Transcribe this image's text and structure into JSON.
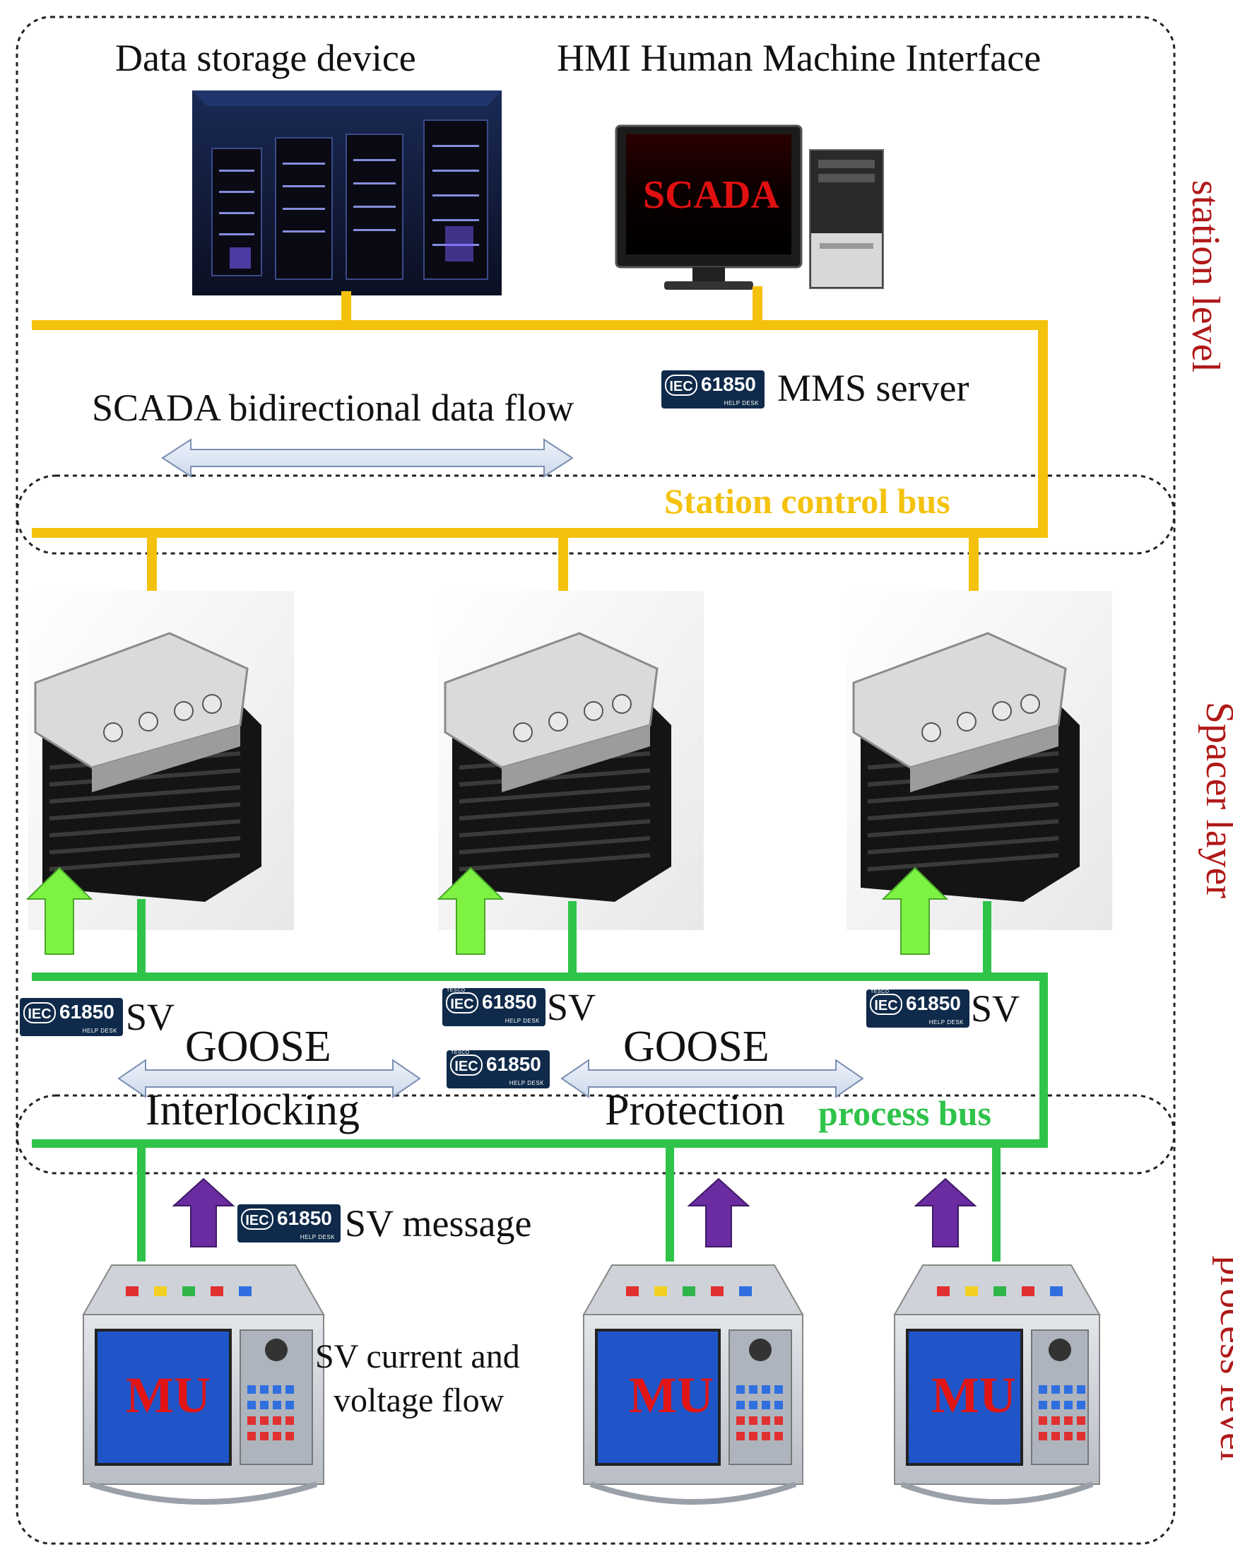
{
  "labels": {
    "data_storage": "Data storage device",
    "hmi": "HMI Human Machine Interface",
    "scada_screen": "SCADA",
    "scada_flow": "SCADA bidirectional data flow",
    "mms_server": "MMS server",
    "station_bus": "Station control bus",
    "sv": "SV",
    "goose": "GOOSE",
    "interlocking": "Interlocking",
    "protection": "Protection",
    "process_bus": "process bus",
    "sv_message": "SV message",
    "sv_flow_line1": "SV current and",
    "sv_flow_line2": "voltage flow",
    "mu": "MU"
  },
  "levels": {
    "station": "station level",
    "spacer": "Spacer layer",
    "process": "process level"
  },
  "badge": {
    "iec": "IEC",
    "number": "61850",
    "sub": "HELP DESK",
    "top": "TESCO"
  },
  "colors": {
    "station_bus": "#f4c20d",
    "process_bus": "#2fc34a",
    "up_arrow": "#7df243",
    "sv_arrow": "#6a2ca0",
    "level_text": "#b01818",
    "badge_bg": "#0f2a4a",
    "mu_screen": "#1f55c8",
    "mu_text": "#e01414"
  }
}
